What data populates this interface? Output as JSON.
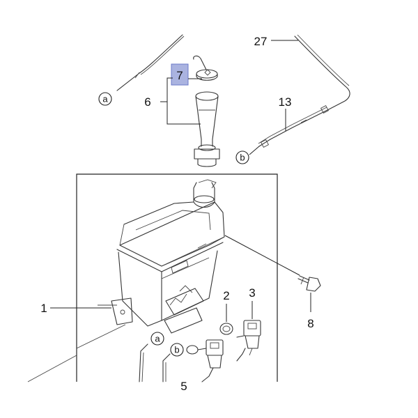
{
  "callouts": {
    "c1": "1",
    "c2": "2",
    "c3": "3",
    "c5": "5",
    "c6": "6",
    "c7": "7",
    "c8": "8",
    "c13": "13",
    "c27": "27"
  },
  "refs": {
    "a_top": "a",
    "b_top": "b",
    "a_bottom": "a",
    "b_bottom": "b"
  },
  "colors": {
    "highlight_fill": "#aab3e0",
    "highlight_stroke": "#6b78c8",
    "line": "#333333"
  }
}
